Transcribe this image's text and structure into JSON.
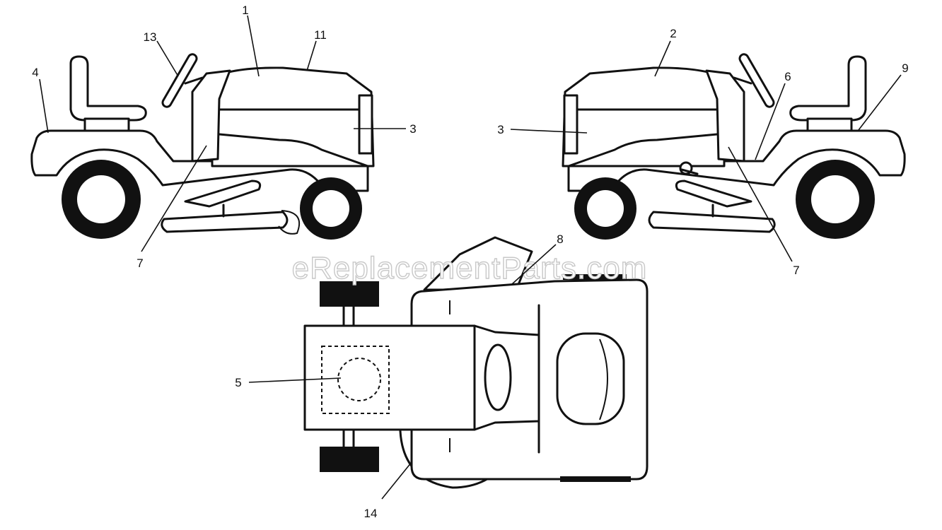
{
  "watermark": "eReplacementParts.com",
  "callouts": {
    "c1": "1",
    "c2": "2",
    "c3_left": "3",
    "c3_right": "3",
    "c4": "4",
    "c5": "5",
    "c6": "6",
    "c7_left": "7",
    "c7_right": "7",
    "c8": "8",
    "c9": "9",
    "c11": "11",
    "c13": "13",
    "c14": "14"
  }
}
